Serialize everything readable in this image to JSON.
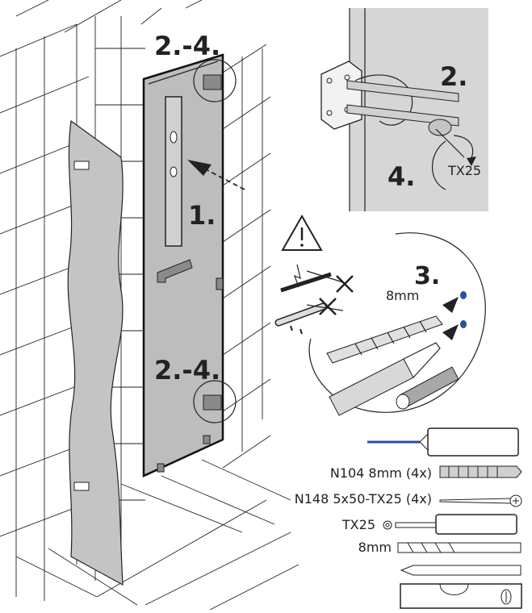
{
  "steps": {
    "step1": "1.",
    "step2": "2.",
    "step3": "3.",
    "step4": "4.",
    "step2to4_top": "2.-4.",
    "step2to4_bottom": "2.-4."
  },
  "callout_top": {
    "screw_label": "TX25"
  },
  "callout_drill": {
    "drill_size": "8mm"
  },
  "parts": [
    {
      "label": "N104 8mm (4x)",
      "icon": "wall-plug-icon"
    },
    {
      "label": "N148 5x50-TX25 (4x)",
      "icon": "screw-icon"
    },
    {
      "label": "TX25",
      "icon": "screwdriver-icon"
    },
    {
      "label": "8mm",
      "icon": "drill-bit-icon"
    }
  ],
  "colors": {
    "glass": "#bdbdbd",
    "line": "#222222",
    "accent_blue": "#2a4fa0",
    "callout_grey": "#d4d4d4"
  }
}
